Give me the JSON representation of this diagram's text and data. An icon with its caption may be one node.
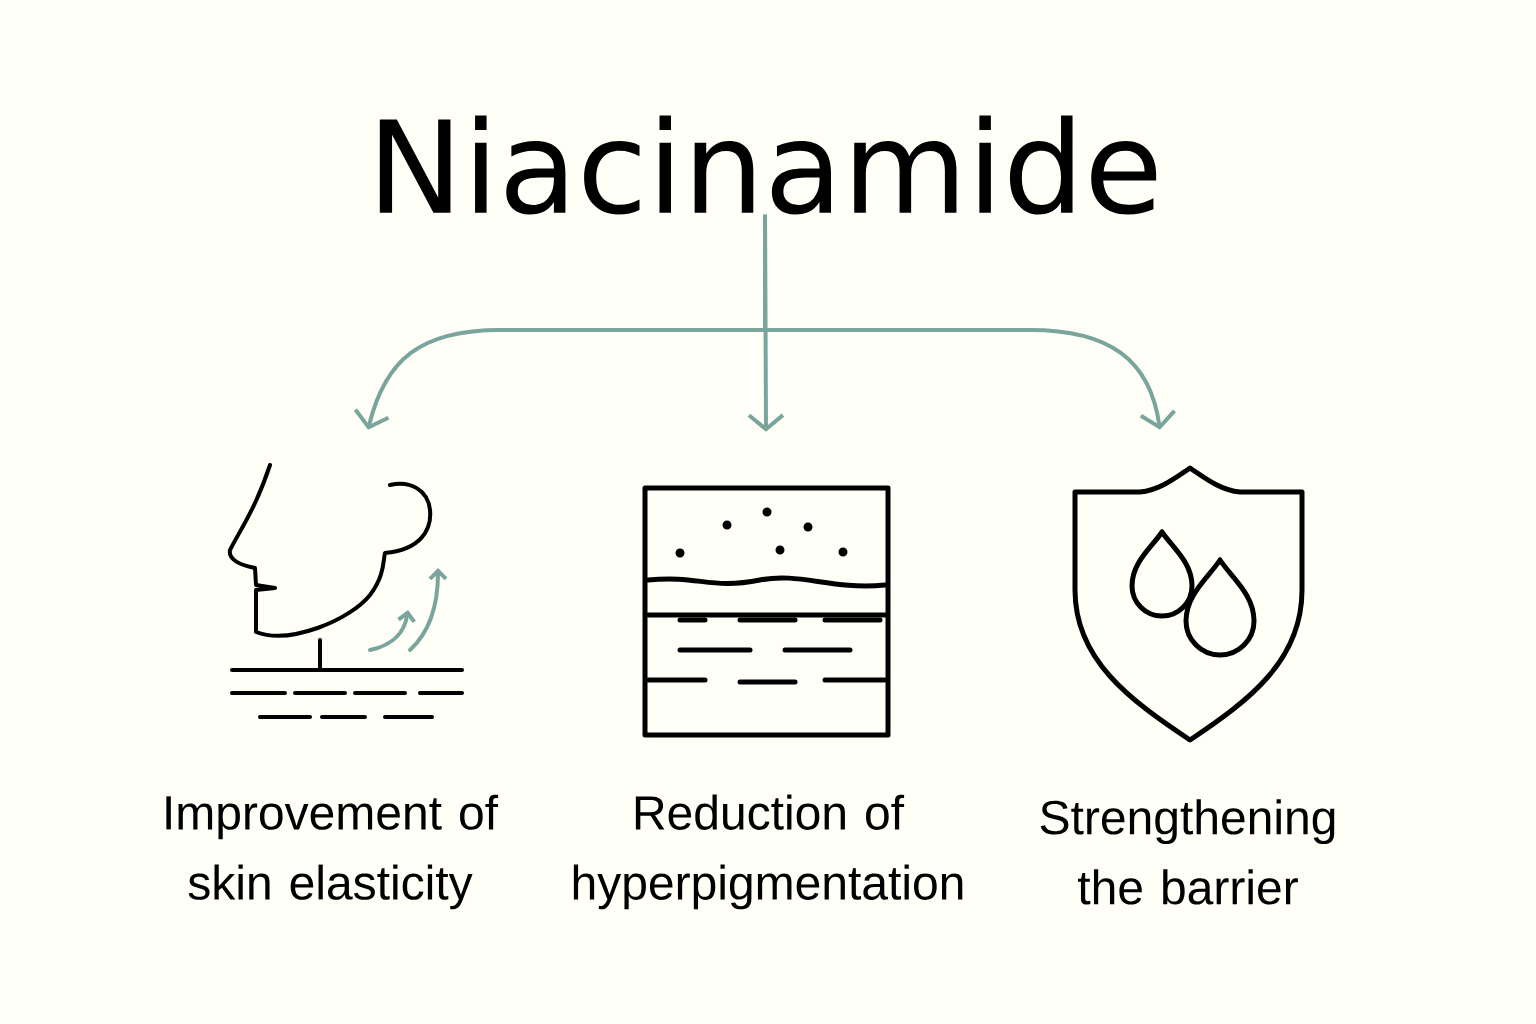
{
  "diagram": {
    "nodes": [
      {
        "text": [
          "Niacinamide"
        ]
      },
      {
        "text": [],
        "shape": "picture",
        "beside": [
          "Improvement of skin elasticity"
        ]
      },
      {
        "text": [],
        "shape": "picture",
        "beside": [
          "Reduction of hyperpigmentation"
        ]
      },
      {
        "text": [],
        "shape": "picture",
        "beside": [
          "Strengthening the barrier"
        ]
      }
    ],
    "edges": [
      {
        "from": 0,
        "to": 1,
        "arrow": "to"
      },
      {
        "from": 0,
        "to": 2,
        "arrow": "to"
      },
      {
        "from": 0,
        "to": 3,
        "arrow": "to"
      }
    ]
  }
}
